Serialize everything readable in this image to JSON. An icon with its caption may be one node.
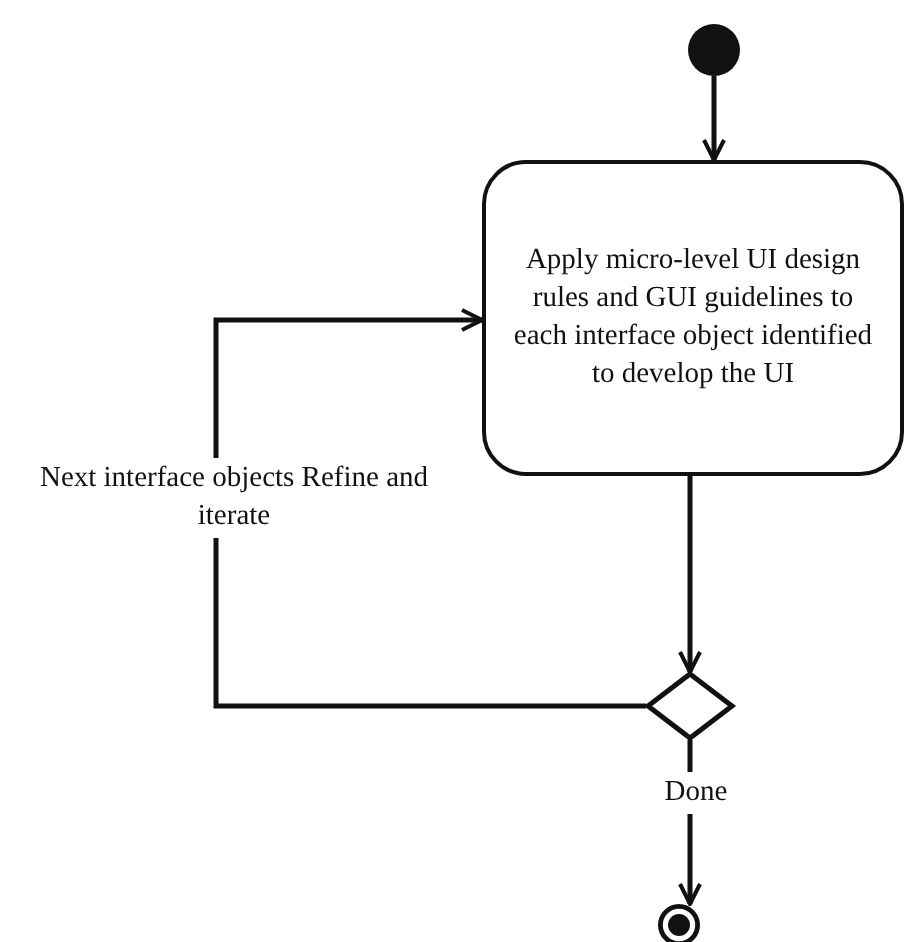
{
  "diagram": {
    "nodes": [
      {
        "text": [],
        "shape": "circle"
      },
      {
        "text": [
          "Apply micro-level UI design rules and GUI guidelines to each interface object identified to develop the UI"
        ]
      },
      {
        "text": [],
        "shape": "diamond"
      },
      {
        "text": [],
        "shape": "bullseye"
      }
    ],
    "edges": [
      {
        "from": 0,
        "to": 1,
        "arrow": "to"
      },
      {
        "from": 1,
        "to": 2,
        "arrow": "to"
      },
      {
        "from": 2,
        "to": 1,
        "arrow": "to",
        "label": "Next interface objects Refine and iterate"
      },
      {
        "from": 2,
        "to": 3,
        "arrow": "to",
        "label": "Done"
      }
    ]
  }
}
